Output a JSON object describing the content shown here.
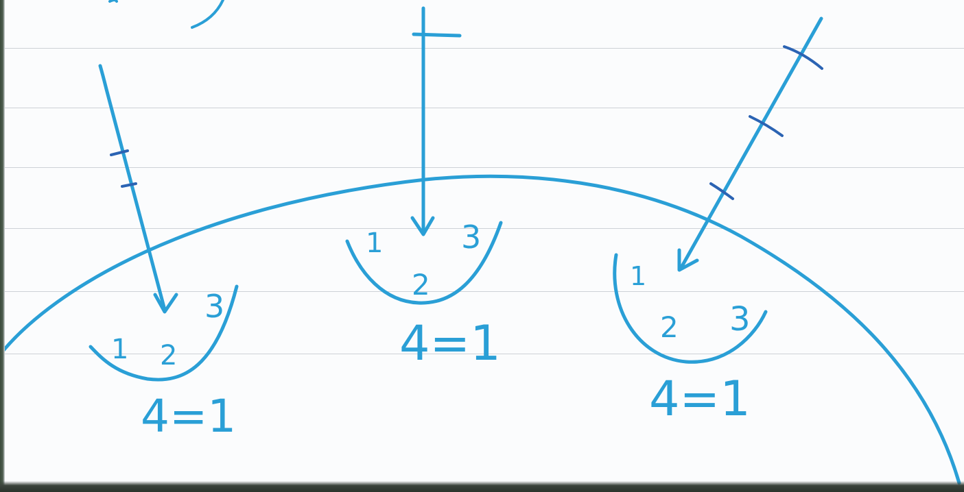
{
  "colors": {
    "ink": "#2a9fd6",
    "ink_dark": "#2b63b3",
    "paper": "#fbfcfd",
    "rule": "#8d98a3"
  },
  "dishes": [
    {
      "position": "left",
      "labels": [
        "1",
        "2",
        "3"
      ],
      "equation": "4=1"
    },
    {
      "position": "center",
      "labels": [
        "1",
        "2",
        "3"
      ],
      "equation": "4=1"
    },
    {
      "position": "right",
      "labels": [
        "1",
        "2",
        "3"
      ],
      "equation": "4=1"
    }
  ]
}
